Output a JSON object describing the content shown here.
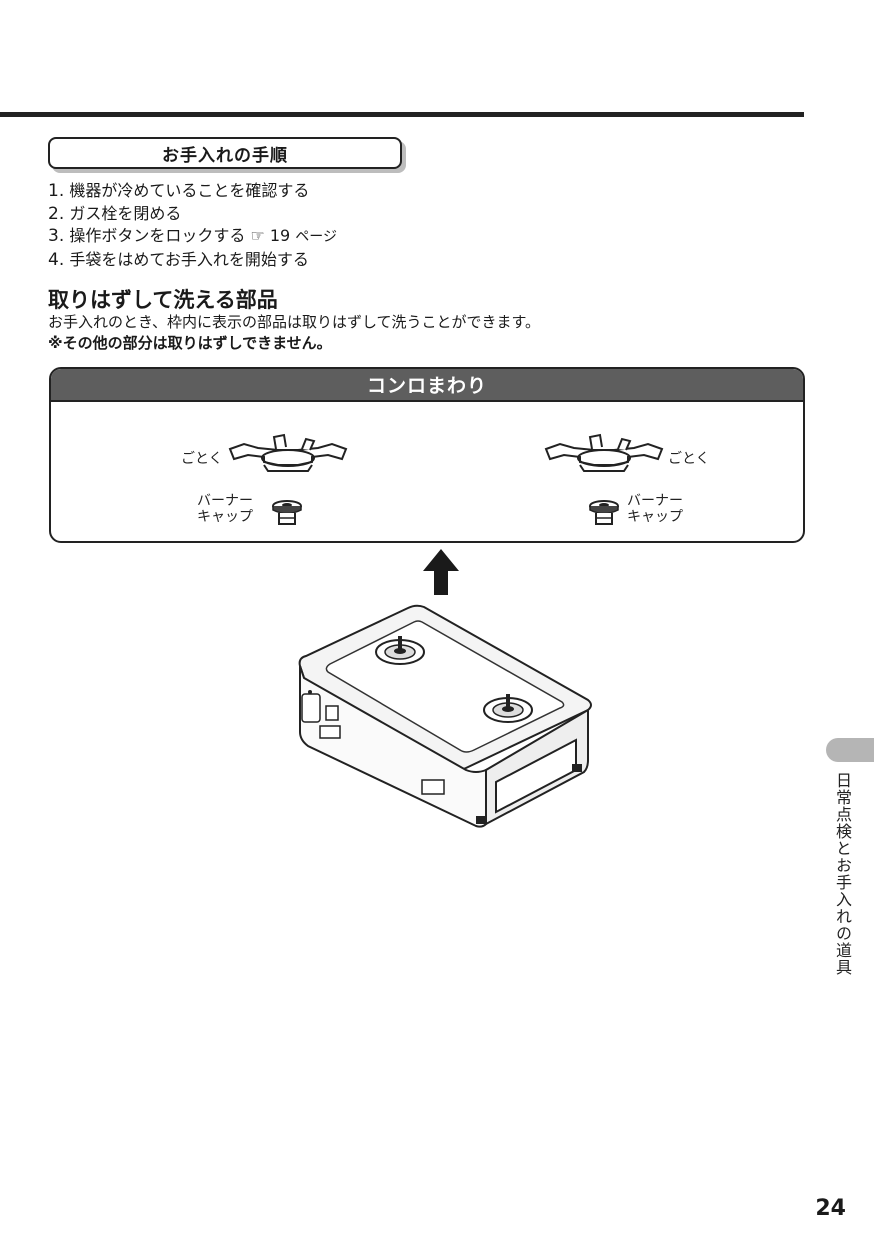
{
  "procedure": {
    "title": "お手入れの手順",
    "steps": [
      {
        "num": "1.",
        "text": "機器が冷めていることを確認する",
        "ref": ""
      },
      {
        "num": "2.",
        "text": "ガス栓を閉める",
        "ref": ""
      },
      {
        "num": "3.",
        "text": "操作ボタンをロックする ☞ 19 ",
        "ref": "ページ"
      },
      {
        "num": "4.",
        "text": "手袋をはめてお手入れを開始する",
        "ref": ""
      }
    ]
  },
  "section": {
    "title": "取りはずして洗える部品",
    "description": "お手入れのとき、枠内に表示の部品は取りはずして洗うことができます。",
    "note": "※その他の部分は取りはずしできません。"
  },
  "panel": {
    "title": "コンロまわり",
    "left_grate_label": "ごとく",
    "right_grate_label": "ごとく",
    "left_cap_label_line1": "バーナー",
    "left_cap_label_line2": "キャップ",
    "right_cap_label_line1": "バーナー",
    "right_cap_label_line2": "キャップ"
  },
  "side_tab": {
    "label": "日常点検とお手入れの道具"
  },
  "page_number": "24"
}
